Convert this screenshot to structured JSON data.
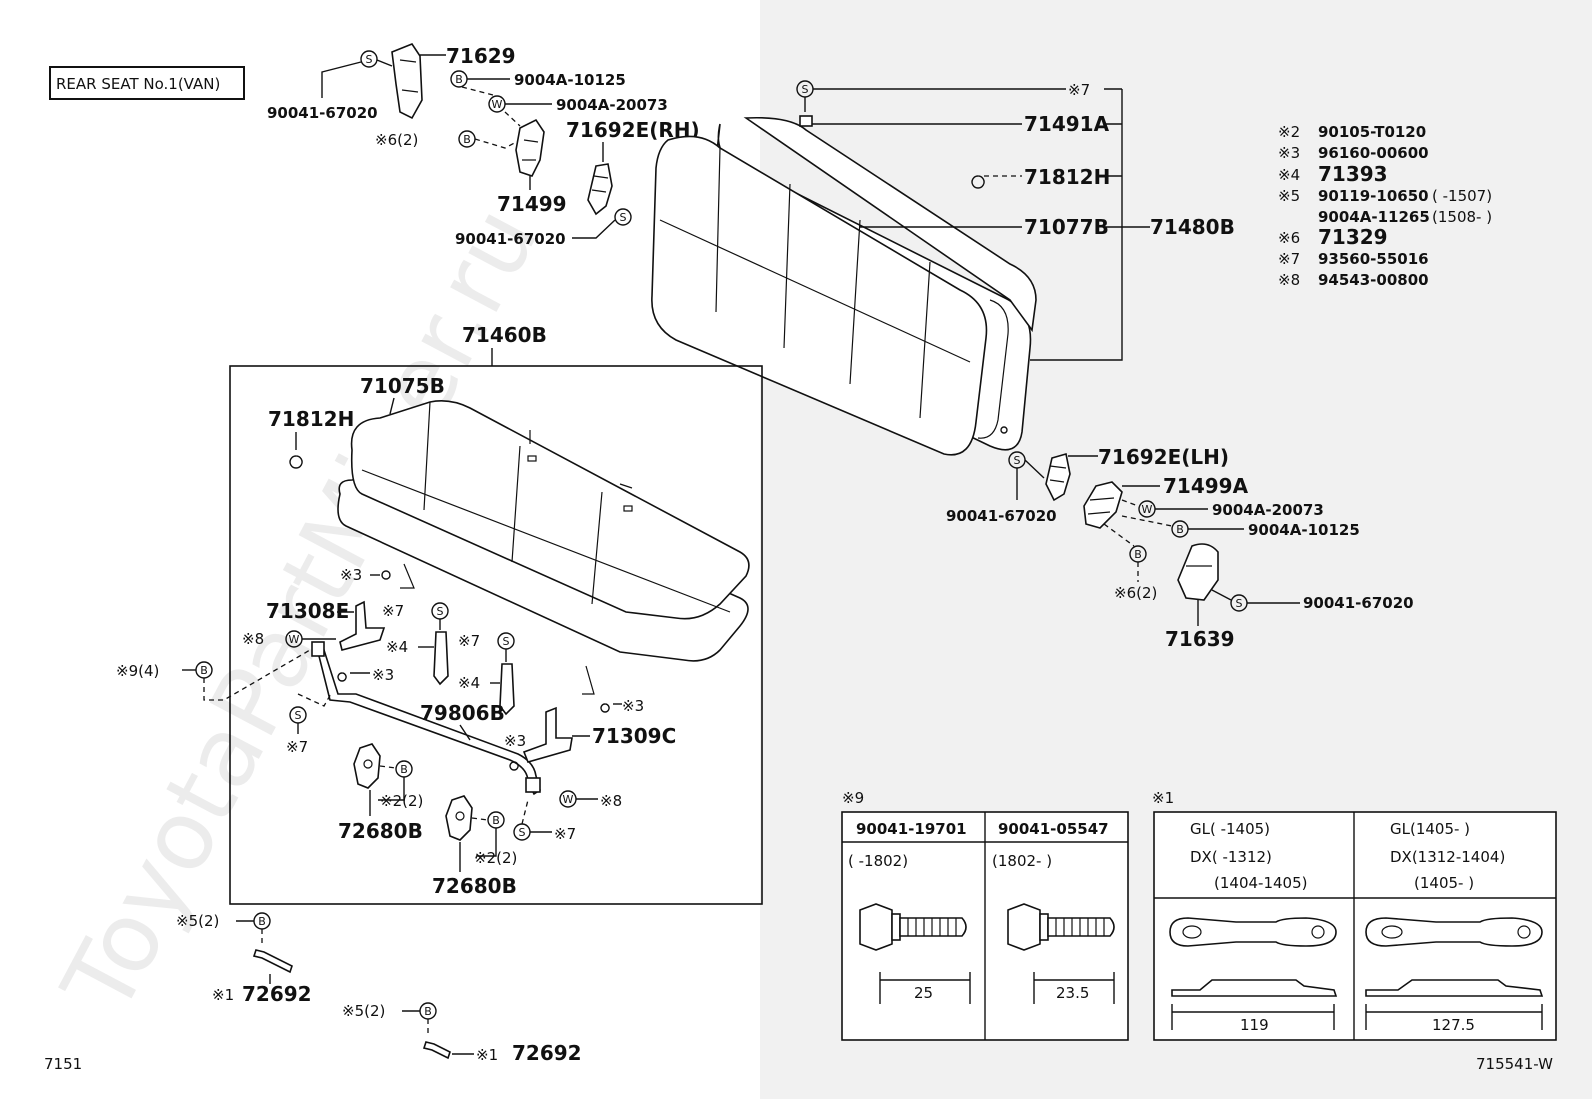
{
  "title_box": "REAR SEAT No.1(VAN)",
  "figure_number": "7151",
  "illustration_code": "715541-W",
  "watermark": "ToyotaPartMiner.ru",
  "symbols": {
    "S": "S",
    "B": "B",
    "W": "W"
  },
  "labels": {
    "l71629": "71629",
    "l90041_tl": "90041-67020",
    "l9004A_10125_t": "9004A-10125",
    "l9004A_20073_t": "9004A-20073",
    "l71692E_rh": "71692E(RH)",
    "l_x6_2_t": "※6(2)",
    "l71499": "71499",
    "l90041_mid": "90041-67020",
    "l_x7_top": "※7",
    "l71491A": "71491A",
    "l71812H_r": "71812H",
    "l71077B": "71077B",
    "l71480B": "71480B",
    "l71460B": "71460B",
    "l71075B": "71075B",
    "l71812H_l": "71812H",
    "l71692E_lh": "71692E(LH)",
    "l71499A": "71499A",
    "l90041_r": "90041-67020",
    "l9004A_20073_r": "9004A-20073",
    "l9004A_10125_r": "9004A-10125",
    "l_x6_2_r": "※6(2)",
    "l90041_r2": "90041-67020",
    "l71639": "71639",
    "l_x3_a": "※3",
    "l71308E": "71308E",
    "l_x7_a": "※7",
    "l_x8_a": "※8",
    "l_x4_a": "※4",
    "l_x7_b": "※7",
    "l_x9_4": "※9(4)",
    "l_x3_b": "※3",
    "l_x4_b": "※4",
    "l_x3_c": "※3",
    "l79806B": "79806B",
    "l_x3_d": "※3",
    "l71309C": "71309C",
    "l_x7_c": "※7",
    "l_x2_2_a": "※2(2)",
    "l72680B_a": "72680B",
    "l_x8_b": "※8",
    "l_x2_2_b": "※2(2)",
    "l_x7_d": "※7",
    "l72680B_b": "72680B",
    "l_x5_2_a": "※5(2)",
    "l_x1_a": "※1",
    "l72692_a": "72692",
    "l_x5_2_b": "※5(2)",
    "l_x1_b": "※1",
    "l72692_b": "72692"
  },
  "legend": [
    {
      "mark": "※2",
      "part": "90105-T0120",
      "note": ""
    },
    {
      "mark": "※3",
      "part": "96160-00600",
      "note": ""
    },
    {
      "mark": "※4",
      "part": "71393",
      "note": ""
    },
    {
      "mark": "※5",
      "part": "90119-10650",
      "note": "(       -1507)"
    },
    {
      "mark": "",
      "part": "9004A-11265",
      "note": "(1508-       )"
    },
    {
      "mark": "※6",
      "part": "71329",
      "note": ""
    },
    {
      "mark": "※7",
      "part": "93560-55016",
      "note": ""
    },
    {
      "mark": "※8",
      "part": "94543-00800",
      "note": ""
    }
  ],
  "table9": {
    "mark": "※9",
    "col1": {
      "part": "90041-19701",
      "range": "(      -1802)",
      "dim": "25"
    },
    "col2": {
      "part": "90041-05547",
      "range": "(1802-      )",
      "dim": "23.5"
    }
  },
  "table1": {
    "mark": "※1",
    "col1": {
      "line1": "GL(      -1405)",
      "line2": "DX(      -1312)",
      "line3": "(1404-1405)",
      "dim": "119"
    },
    "col2": {
      "line1": "GL(1405-      )",
      "line2": "DX(1312-1404)",
      "line3": "(1405-      )",
      "dim": "127.5"
    }
  }
}
